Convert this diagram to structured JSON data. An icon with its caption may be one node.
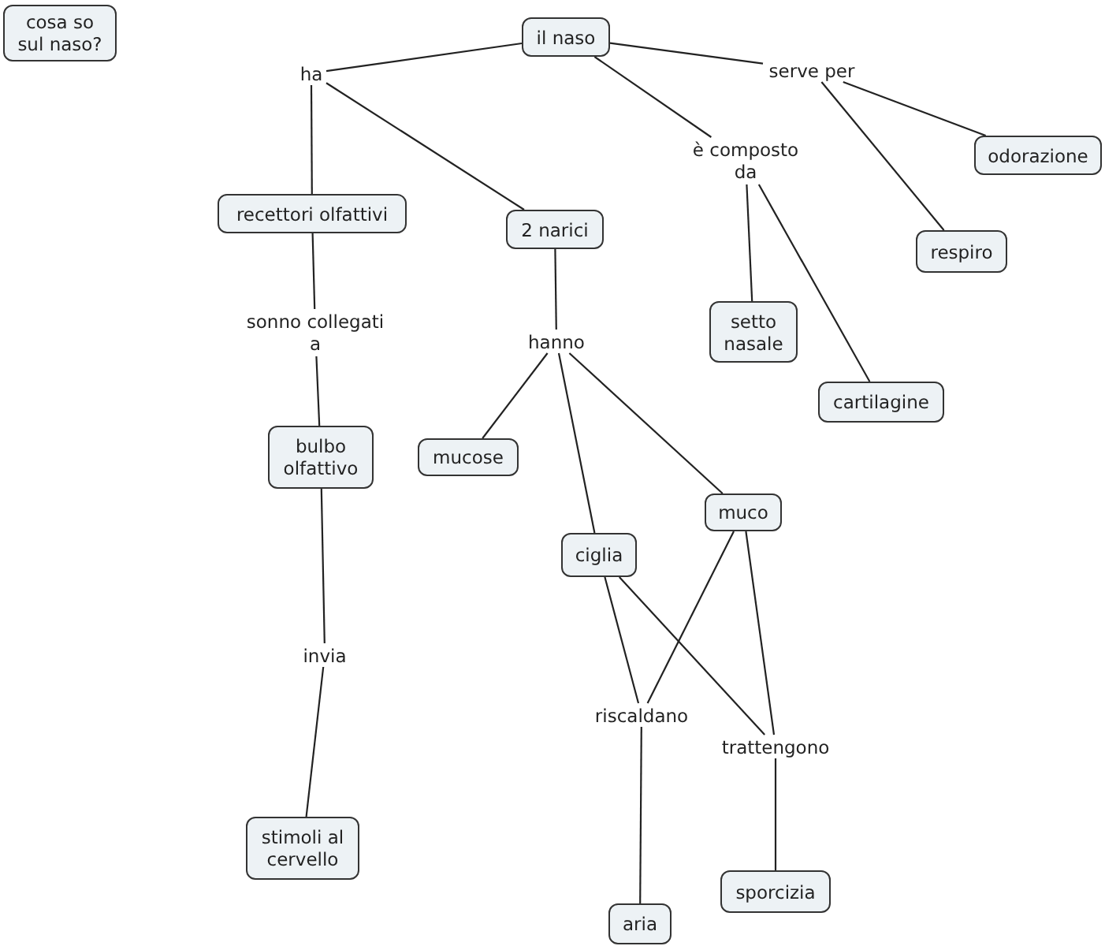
{
  "diagram": {
    "nodes": [
      {
        "text": [
          "cosa so sul naso?"
        ]
      },
      {
        "text": [
          "il naso"
        ]
      },
      {
        "text": [
          "ha"
        ]
      },
      {
        "text": [
          "serve per"
        ]
      },
      {
        "text": [
          "è composto da"
        ]
      },
      {
        "text": [
          "odorazione"
        ]
      },
      {
        "text": [
          "recettori olfattivi"
        ]
      },
      {
        "text": [
          "2 narici"
        ]
      },
      {
        "text": [
          "respiro"
        ]
      },
      {
        "text": [
          "sonno collegati a"
        ]
      },
      {
        "text": [
          "hanno"
        ]
      },
      {
        "text": [
          "setto nasale"
        ]
      },
      {
        "text": [
          "cartilagine"
        ]
      },
      {
        "text": [
          "bulbo olfattivo"
        ]
      },
      {
        "text": [
          "mucose"
        ]
      },
      {
        "text": [
          "muco"
        ]
      },
      {
        "text": [
          "ciglia"
        ]
      },
      {
        "text": [
          "invia"
        ]
      },
      {
        "text": [
          "riscaldano"
        ]
      },
      {
        "text": [
          "trattengono"
        ]
      },
      {
        "text": [
          "stimoli al cervello"
        ]
      },
      {
        "text": [
          "sporcizia"
        ]
      },
      {
        "text": [
          "aria"
        ]
      }
    ],
    "edges": [
      {
        "from": 1,
        "to": 2,
        "arrow": "none"
      },
      {
        "from": 2,
        "to": 6,
        "arrow": "none"
      },
      {
        "from": 2,
        "to": 7,
        "arrow": "none"
      },
      {
        "from": 1,
        "to": 3,
        "arrow": "none"
      },
      {
        "from": 3,
        "to": 5,
        "arrow": "none"
      },
      {
        "from": 3,
        "to": 8,
        "arrow": "none"
      },
      {
        "from": 1,
        "to": 4,
        "arrow": "none"
      },
      {
        "from": 4,
        "to": 11,
        "arrow": "none"
      },
      {
        "from": 4,
        "to": 12,
        "arrow": "none"
      },
      {
        "from": 6,
        "to": 9,
        "arrow": "none"
      },
      {
        "from": 9,
        "to": 13,
        "arrow": "none"
      },
      {
        "from": 13,
        "to": 17,
        "arrow": "none"
      },
      {
        "from": 17,
        "to": 20,
        "arrow": "none"
      },
      {
        "from": 7,
        "to": 10,
        "arrow": "none"
      },
      {
        "from": 10,
        "to": 14,
        "arrow": "none"
      },
      {
        "from": 10,
        "to": 16,
        "arrow": "none"
      },
      {
        "from": 10,
        "to": 15,
        "arrow": "none"
      },
      {
        "from": 16,
        "to": 18,
        "arrow": "none"
      },
      {
        "from": 16,
        "to": 19,
        "arrow": "none"
      },
      {
        "from": 15,
        "to": 18,
        "arrow": "none"
      },
      {
        "from": 15,
        "to": 19,
        "arrow": "none"
      },
      {
        "from": 18,
        "to": 22,
        "arrow": "none"
      },
      {
        "from": 19,
        "to": 21,
        "arrow": "none"
      }
    ]
  }
}
